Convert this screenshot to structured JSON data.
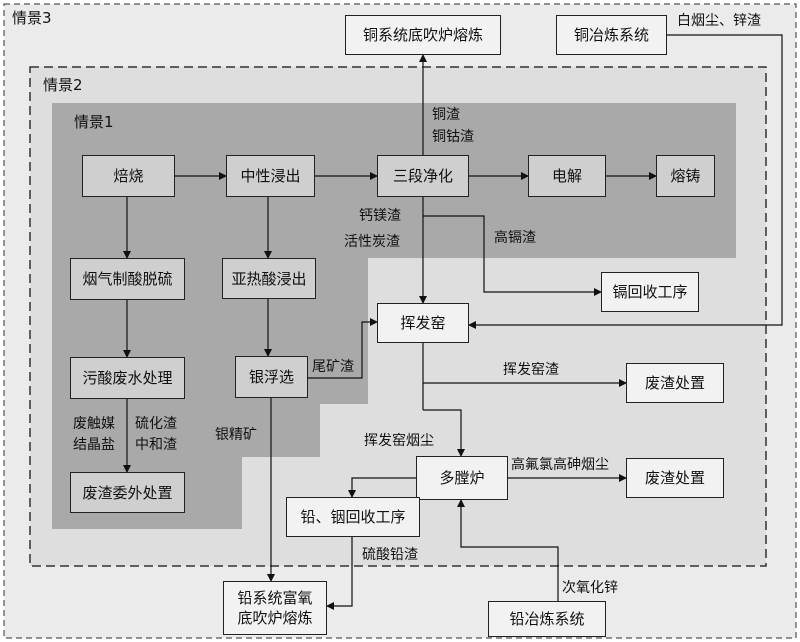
{
  "scenarios": {
    "s1": "情景1",
    "s2": "情景2",
    "s3": "情景3"
  },
  "boxes": {
    "roasting": "焙烧",
    "neutral_leach": "中性浸出",
    "three_stage": "三段净化",
    "electrolysis": "电解",
    "casting": "熔铸",
    "flue_gas": "烟气制酸脱硫",
    "subhot_leach": "亚热酸浸出",
    "wastewater": "污酸废水处理",
    "silver_float": "银浮选",
    "outsource": "废渣委外处置",
    "copper_furnace": "铜系统底吹炉熔炼",
    "copper_smelt": "铜冶炼系统",
    "cadmium": "镉回收工序",
    "volatilization_kiln": "挥发窑",
    "waste1": "废渣处置",
    "multi_hearth": "多膛炉",
    "waste2": "废渣处置",
    "pb_in_recovery": "铅、铟回收工序",
    "lead_furnace_1": "铅系统富氧",
    "lead_furnace_2": "底吹炉熔炼",
    "lead_smelt": "铅冶炼系统"
  },
  "labels": {
    "copper_slag": "铜渣",
    "cu_co_slag": "铜钴渣",
    "ca_mg_slag": "钙镁渣",
    "activated_carbon": "活性炭渣",
    "high_cd_slag": "高镉渣",
    "white_dust": "白烟尘、锌渣",
    "tailings": "尾矿渣",
    "kiln_slag": "挥发窑渣",
    "spent_catalyst": "废触媒",
    "crystal_salt": "结晶盐",
    "sulfide_slag": "硫化渣",
    "neutral_slag": "中和渣",
    "silver_conc": "银精矿",
    "kiln_dust": "挥发窑烟尘",
    "hf_cl_as_dust": "高氟氯高砷烟尘",
    "lead_sulfate": "硫酸铅渣",
    "zinc_oxide": "次氧化锌"
  },
  "colors": {
    "s1_fill": "#a9a9a9",
    "s2_fill": "#dedede",
    "s3_fill": "#ebebeb",
    "line": "#111111"
  }
}
